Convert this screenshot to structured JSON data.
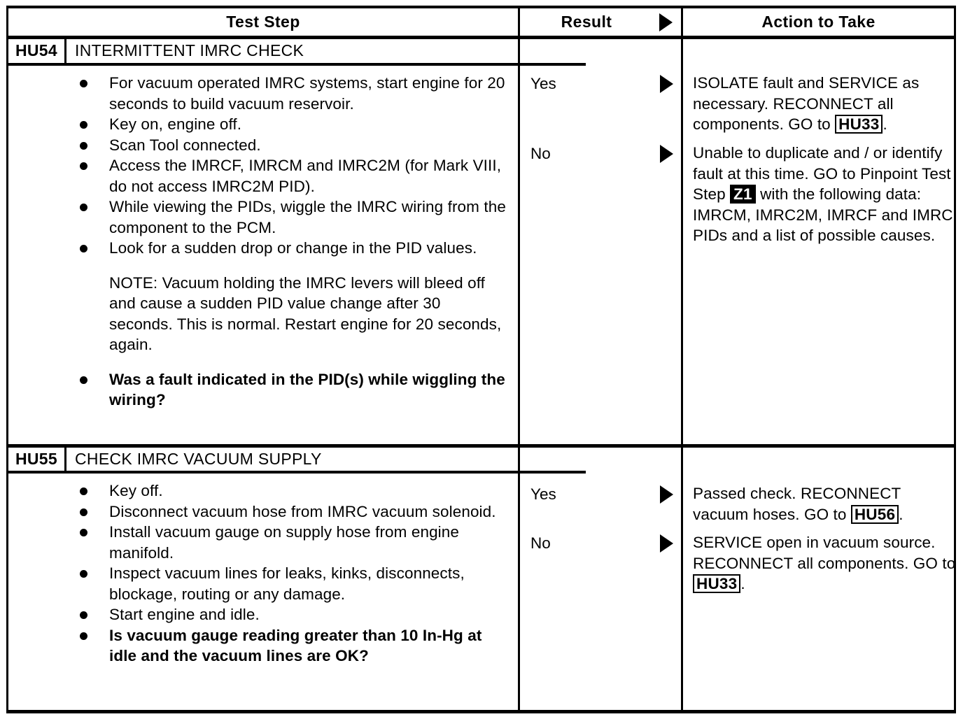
{
  "document": {
    "type": "diagnostic-pinpoint-test-table"
  },
  "table": {
    "headers": {
      "test_step": "Test Step",
      "result": "Result",
      "action": "Action to Take",
      "result_arrow_icon": "triangle-right-icon"
    },
    "sections": [
      {
        "id": "HU54",
        "title": "INTERMITTENT IMRC CHECK",
        "steps": [
          {
            "type": "bullet",
            "bold": false,
            "text": "For vacuum operated IMRC systems, start engine for 20 seconds to build vacuum reservoir."
          },
          {
            "type": "bullet",
            "bold": false,
            "text": "Key on, engine off."
          },
          {
            "type": "bullet",
            "bold": false,
            "text": "Scan Tool connected."
          },
          {
            "type": "bullet",
            "bold": false,
            "text": "Access the IMRCF, IMRCM and IMRC2M (for Mark VIII, do not access IMRC2M PID)."
          },
          {
            "type": "bullet",
            "bold": false,
            "text": "While viewing the PIDs, wiggle the IMRC wiring from the component to the PCM."
          },
          {
            "type": "bullet",
            "bold": false,
            "text": "Look for a sudden drop or change in the PID values."
          },
          {
            "type": "note",
            "bold": false,
            "text": "NOTE: Vacuum holding the IMRC levers will bleed off and cause a sudden PID value change after 30 seconds. This is normal. Restart engine for 20 seconds, again."
          },
          {
            "type": "bullet",
            "bold": true,
            "text": "Was a fault indicated in the PID(s) while wiggling the wiring?"
          }
        ],
        "outcomes": [
          {
            "result": "Yes",
            "arrow_icon": "triangle-right-icon",
            "action_parts": [
              {
                "kind": "text",
                "value": "ISOLATE fault and SERVICE as necessary. RECONNECT all components. GO to "
              },
              {
                "kind": "ref",
                "value": "HU33",
                "style": "outlined"
              },
              {
                "kind": "text",
                "value": "."
              }
            ]
          },
          {
            "result": "No",
            "arrow_icon": "triangle-right-icon",
            "action_parts": [
              {
                "kind": "text",
                "value": "Unable to duplicate and / or identify fault at this time. GO to Pinpoint Test Step "
              },
              {
                "kind": "ref",
                "value": "Z1",
                "style": "inverted"
              },
              {
                "kind": "text",
                "value": " with the following data: IMRCM, IMRC2M, IMRCF and IMRC PIDs and a list of possible causes."
              }
            ]
          }
        ]
      },
      {
        "id": "HU55",
        "title": "CHECK IMRC VACUUM SUPPLY",
        "steps": [
          {
            "type": "bullet",
            "bold": false,
            "text": "Key off."
          },
          {
            "type": "bullet",
            "bold": false,
            "text": "Disconnect vacuum hose from IMRC vacuum solenoid."
          },
          {
            "type": "bullet",
            "bold": false,
            "text": "Install vacuum gauge on supply hose from engine manifold."
          },
          {
            "type": "bullet",
            "bold": false,
            "text": "Inspect vacuum lines for leaks, kinks, disconnects, blockage, routing or any damage."
          },
          {
            "type": "bullet",
            "bold": false,
            "text": "Start engine and idle."
          },
          {
            "type": "bullet",
            "bold": true,
            "text": "Is vacuum gauge reading greater than 10 In-Hg at idle and the vacuum lines are OK?"
          }
        ],
        "outcomes": [
          {
            "result": "Yes",
            "arrow_icon": "triangle-right-icon",
            "action_parts": [
              {
                "kind": "text",
                "value": "Passed check. RECONNECT vacuum hoses. GO to "
              },
              {
                "kind": "ref",
                "value": "HU56",
                "style": "outlined"
              },
              {
                "kind": "text",
                "value": "."
              }
            ]
          },
          {
            "result": "No",
            "arrow_icon": "triangle-right-icon",
            "action_parts": [
              {
                "kind": "text",
                "value": "SERVICE open in vacuum source. RECONNECT all components. GO to "
              },
              {
                "kind": "ref",
                "value": "HU33",
                "style": "outlined"
              },
              {
                "kind": "text",
                "value": "."
              }
            ]
          }
        ]
      }
    ]
  },
  "colors": {
    "ink": "#000000",
    "paper": "#ffffff"
  }
}
